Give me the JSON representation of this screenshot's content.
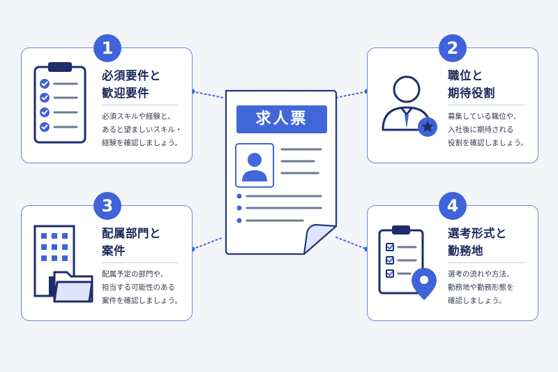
{
  "document": {
    "title": "求人票"
  },
  "cards": [
    {
      "number": "1",
      "title_lines": [
        "必須要件と",
        "歓迎要件"
      ],
      "desc_lines": [
        "必須スキルや経験と、",
        "あると望ましいスキル・",
        "経験を確認しましょう。"
      ],
      "icon": "clipboard-checklist-icon"
    },
    {
      "number": "2",
      "title_lines": [
        "職位と",
        "期待役割"
      ],
      "desc_lines": [
        "募集している職位や、",
        "入社後に期待される",
        "役割を確認しましょう。"
      ],
      "icon": "person-star-icon"
    },
    {
      "number": "3",
      "title_lines": [
        "配属部門と",
        "案件"
      ],
      "desc_lines": [
        "配属予定の部門や、",
        "担当する可能性のある",
        "案件を確認しましょう。"
      ],
      "icon": "building-folder-icon"
    },
    {
      "number": "4",
      "title_lines": [
        "選考形式と",
        "勤務地"
      ],
      "desc_lines": [
        "選考の流れや方法、",
        "勤務地や勤務形態を",
        "確認しましょう。"
      ],
      "icon": "clipboard-location-icon"
    }
  ],
  "colors": {
    "accent": "#3f63d8",
    "navy": "#1b2a5c",
    "border": "#6a87d6",
    "background": "#f4f5f9"
  }
}
